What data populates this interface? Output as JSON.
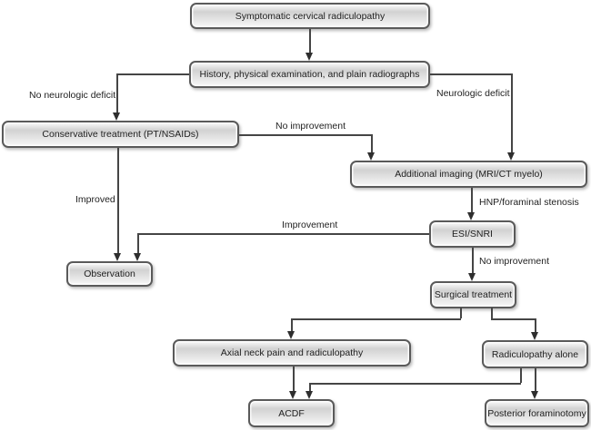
{
  "nodes": {
    "symptomatic": "Symptomatic cervical radiculopathy",
    "history": "History, physical examination, and plain radiographs",
    "conservative": "Conservative treatment (PT/NSAIDs)",
    "additional_imaging": "Additional imaging (MRI/CT myelo)",
    "esi_snri": "ESI/SNRI",
    "observation": "Observation",
    "surgical": "Surgical treatment",
    "axial": "Axial neck pain and radiculopathy",
    "radiculopathy_alone": "Radiculopathy alone",
    "acdf": "ACDF",
    "posterior_foraminotomy": "Posterior foraminotomy"
  },
  "edge_labels": {
    "no_neurologic_deficit": "No neurologic deficit",
    "neurologic_deficit": "Neurologic deficit",
    "no_improvement_1": "No improvement",
    "improved": "Improved",
    "hnp_foraminal_stenosis": "HNP/foraminal stenosis",
    "improvement": "Improvement",
    "no_improvement_2": "No improvement"
  },
  "colors": {
    "background": "#ffffff",
    "box_border": "#5a5a5a",
    "box_fill_dark": "#d2d2d2",
    "box_fill_light": "#f8f8f8",
    "line": "#454545",
    "text": "#222222"
  }
}
